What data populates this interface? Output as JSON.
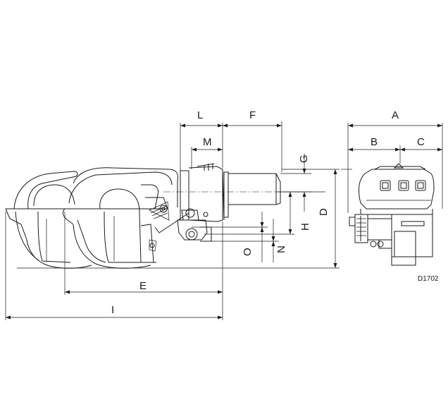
{
  "drawing": {
    "reference_code": "D1702",
    "dimension_labels": {
      "A": "A",
      "B": "B",
      "C": "C",
      "D": "D",
      "E": "E",
      "F": "F",
      "G": "G",
      "H": "H",
      "I": "I",
      "L": "L",
      "M": "M",
      "N": "N",
      "O": "O"
    }
  }
}
